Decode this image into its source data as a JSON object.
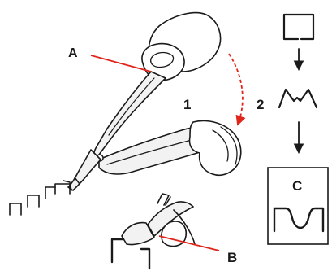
{
  "labels": {
    "a": "A",
    "b": "B",
    "c": "C",
    "step1": "1",
    "step2": "2"
  },
  "colors": {
    "pointer": "#e0251b",
    "motion_arrow": "#e0251b",
    "ink": "#1a1a1a",
    "background": "#ffffff"
  },
  "icons": {
    "flow_down_arrow": "down-arrow-icon",
    "rotation_arrow": "curved-dashed-arrow-icon"
  }
}
